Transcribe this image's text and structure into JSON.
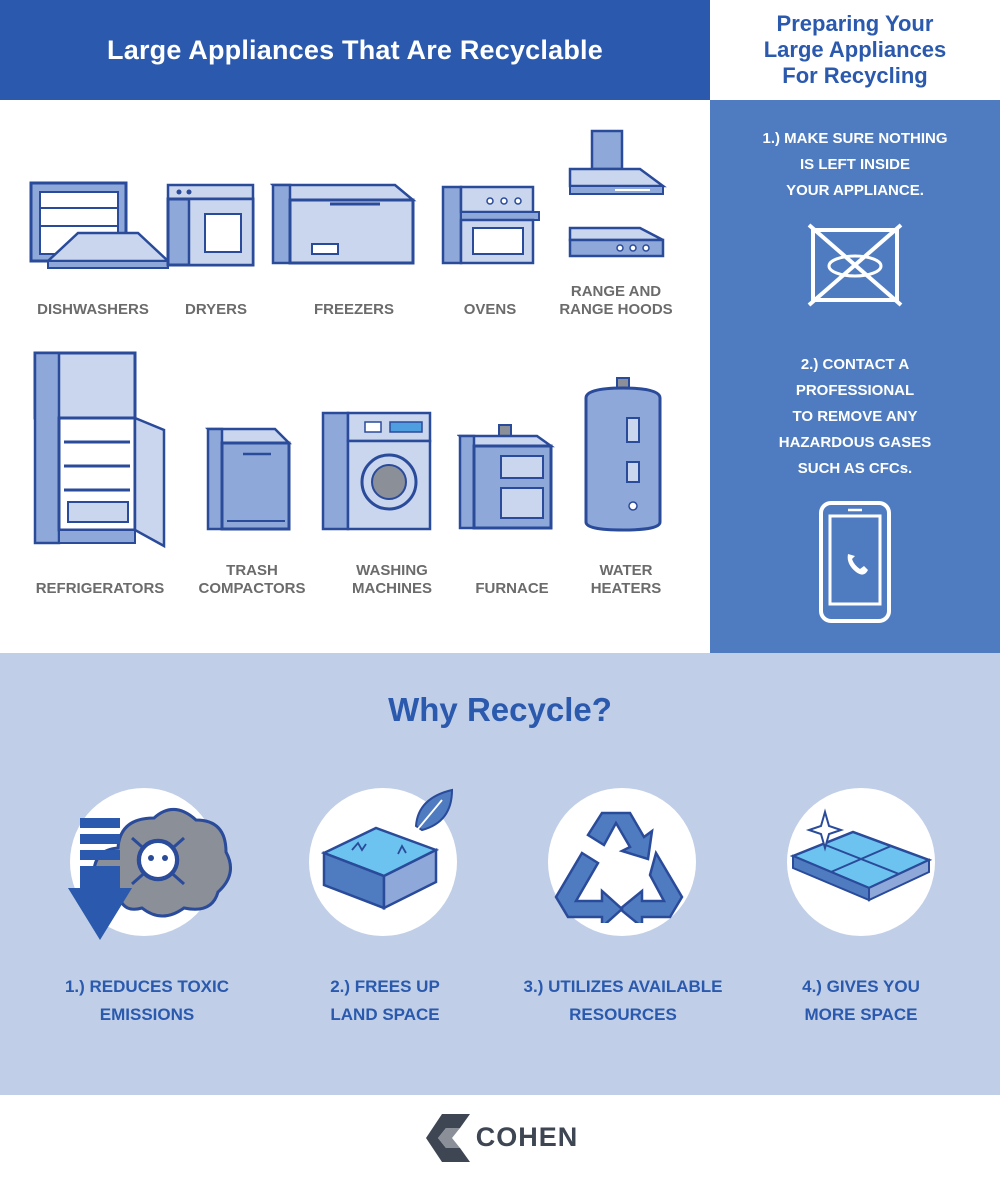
{
  "header": {
    "title": "Large Appliances That Are Recyclable",
    "side_title_line1": "Preparing Your",
    "side_title_line2": "Large Appliances",
    "side_title_line3": "For Recycling"
  },
  "appliances": [
    {
      "label": "DISHWASHERS",
      "icon": "dishwasher-icon"
    },
    {
      "label": "DRYERS",
      "icon": "dryer-icon"
    },
    {
      "label": "FREEZERS",
      "icon": "freezer-icon"
    },
    {
      "label": "OVENS",
      "icon": "oven-icon"
    },
    {
      "label_line1": "RANGE AND",
      "label_line2": "RANGE HOODS",
      "icon": "range-hood-icon"
    },
    {
      "label": "REFRIGERATORS",
      "icon": "refrigerator-icon"
    },
    {
      "label_line1": "TRASH",
      "label_line2": "COMPACTORS",
      "icon": "trash-compactor-icon"
    },
    {
      "label_line1": "WASHING",
      "label_line2": "MACHINES",
      "icon": "washing-machine-icon"
    },
    {
      "label": "FURNACE",
      "icon": "furnace-icon"
    },
    {
      "label_line1": "WATER",
      "label_line2": "HEATERS",
      "icon": "water-heater-icon"
    }
  ],
  "steps": [
    {
      "line1": "1.) MAKE SURE NOTHING",
      "line2": "IS LEFT INSIDE",
      "line3": "YOUR APPLIANCE.",
      "icon": "empty-crossed-box-icon"
    },
    {
      "line1": "2.) CONTACT A",
      "line2": "PROFESSIONAL",
      "line3": "TO REMOVE ANY",
      "line4": "HAZARDOUS GASES",
      "line5": "SUCH AS CFCs.",
      "icon": "phone-icon"
    }
  ],
  "why": {
    "title": "Why Recycle?",
    "reasons": [
      {
        "line1": "1.) REDUCES TOXIC",
        "line2": "EMISSIONS",
        "icon": "toxic-cloud-icon"
      },
      {
        "line1": "2.) FREES UP",
        "line2": "LAND SPACE",
        "icon": "land-leaf-icon"
      },
      {
        "line1": "3.) UTILIZES AVAILABLE",
        "line2": "RESOURCES",
        "icon": "recycle-icon"
      },
      {
        "line1": "4.) GIVES YOU",
        "line2": "MORE SPACE",
        "icon": "sparkle-floor-icon"
      }
    ]
  },
  "footer": {
    "brand": "COHEN",
    "icon": "cohen-logo-icon"
  },
  "colors": {
    "primary_blue": "#2a59ad",
    "sidebar_blue": "#4f7cc0",
    "light_blue_bg": "#c0cfe7",
    "icon_fill": "#8fa8da",
    "icon_stroke": "#2a4a9a",
    "label_gray": "#6b6b6b"
  }
}
